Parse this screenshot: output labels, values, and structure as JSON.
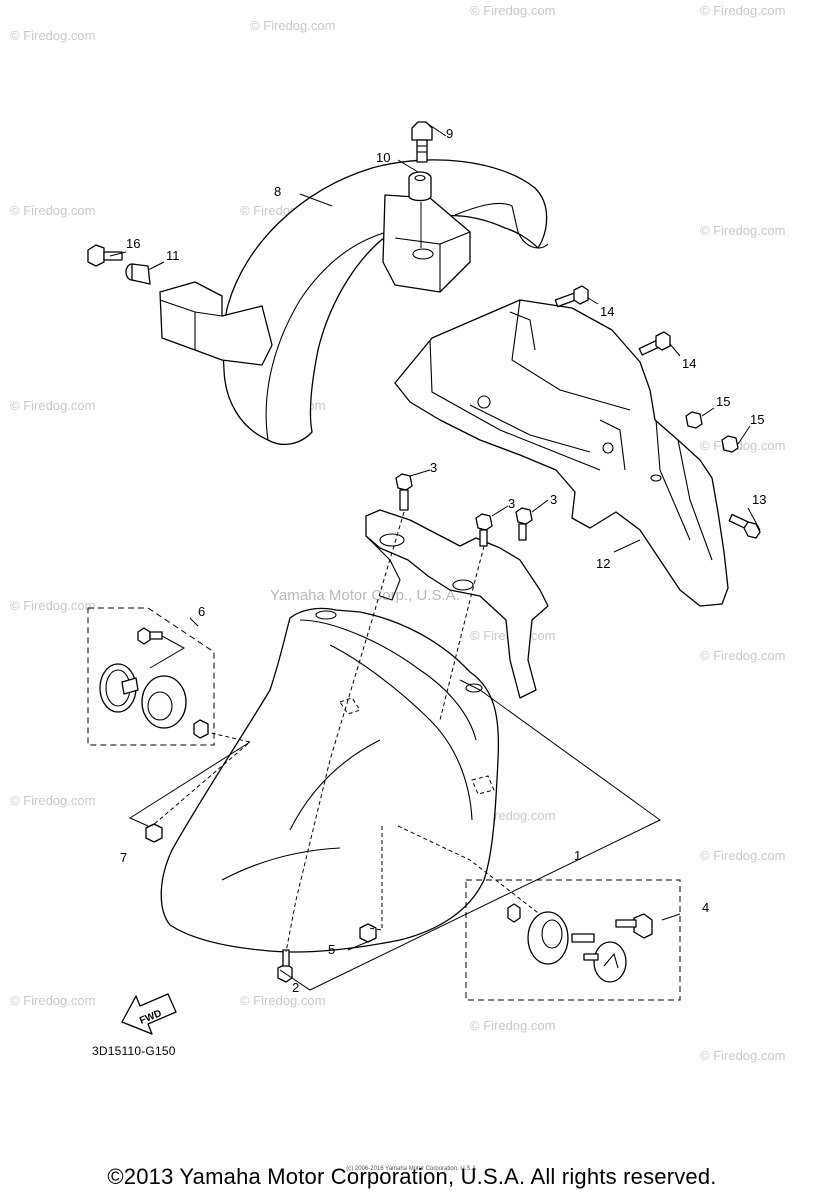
{
  "watermark": {
    "site": "© Firedog.com",
    "center_text": "Yamaha Motor Corp., U.S.A."
  },
  "callouts": {
    "c1": "1",
    "c2": "2",
    "c3a": "3",
    "c3b": "3",
    "c3c": "3",
    "c4": "4",
    "c5": "5",
    "c6": "6",
    "c7": "7",
    "c8": "8",
    "c9": "9",
    "c10": "10",
    "c11": "11",
    "c12": "12",
    "c13": "13",
    "c14a": "14",
    "c14b": "14",
    "c15a": "15",
    "c15b": "15",
    "c16": "16"
  },
  "fwd_label": "FWD",
  "diagram_code": "3D15110-G150",
  "tiny_credit": "(c) 2006-2016 Yamaha Motor Corporation, U.S.A.",
  "copyright": "©2013 Yamaha Motor Corporation, U.S.A. All rights reserved."
}
